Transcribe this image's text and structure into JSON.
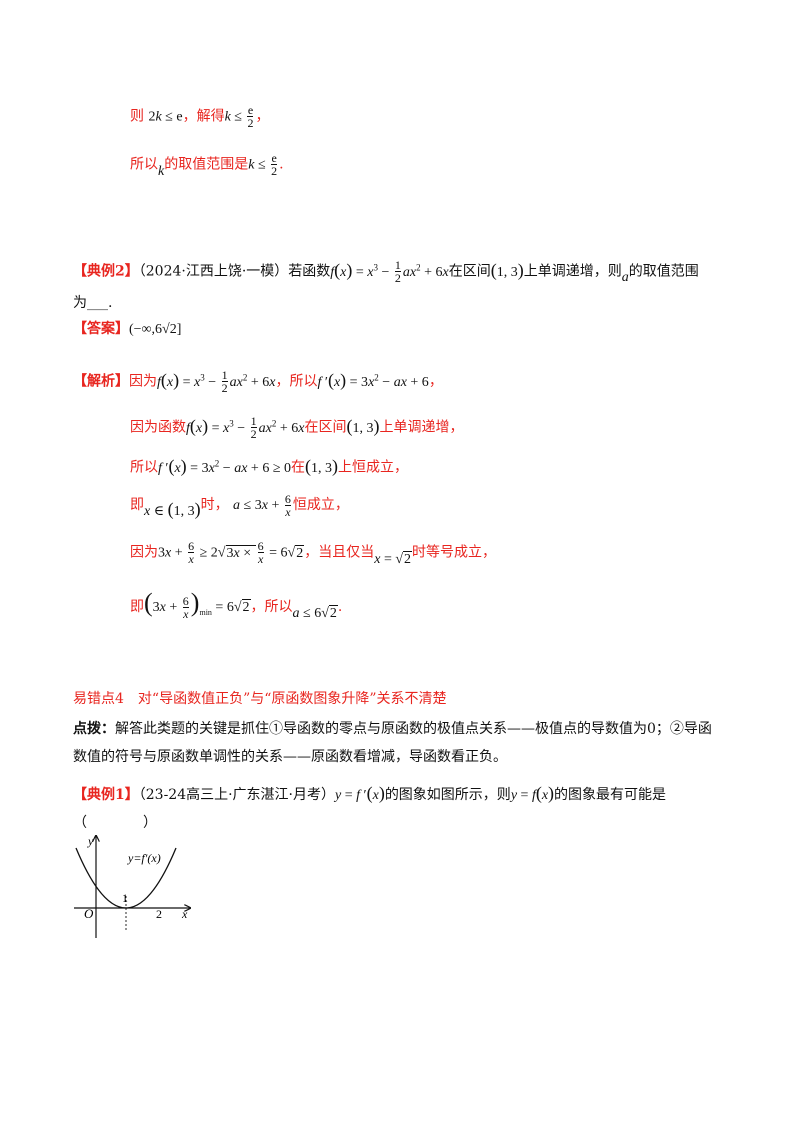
{
  "top": {
    "line1_prefix": "则",
    "line1_mid": "，解得",
    "line1_end": "，",
    "line2_prefix": "所以",
    "line2_mid": "的取值范围是",
    "line2_end": "."
  },
  "example2": {
    "tag": "【典例2】",
    "source": "（2024·江西上饶·一模）若函数",
    "q_mid1": "在区间",
    "q_mid2": "上单调递增，则",
    "q_end": "的取值范围",
    "q_line2": "为___.",
    "answer_tag": "【答案】",
    "answer": "(−∞,6√2]",
    "analysis_tag": "【解析】",
    "s1_a": "因为",
    "s1_b": "，所以",
    "s1_c": "，",
    "s2_a": "因为函数",
    "s2_b": "在区间",
    "s2_c": "上单调递增，",
    "s3_a": "所以",
    "s3_b": "在",
    "s3_c": "上恒成立，",
    "s4_a": "即",
    "s4_b": "时，",
    "s4_c": "恒成立，",
    "s5_a": "因为",
    "s5_b": "，当且仅当",
    "s5_c": "时等号成立，",
    "s6_a": "即",
    "s6_b": "，所以",
    "s6_c": "."
  },
  "pitfall": {
    "title": "易错点4　对“导函数值正负”与“原函数图象升降”关系不清楚",
    "hint_tag": "点拨：",
    "hint_line1": "解答此类题的关键是抓住①导函数的零点与原函数的极值点关系——极值点的导数值为0；②导函",
    "hint_line2": "数值的符号与原函数单调性的关系——原函数看增减，导函数看正负。"
  },
  "example1": {
    "tag": "【典例1】",
    "source": "（23-24高三上·广东湛江·月考）",
    "q_mid": "的图象如图所示，则",
    "q_end": "的图象最有可能是",
    "blank": "（　　　　）"
  },
  "graph": {
    "y_axis_label": "y",
    "x_axis_label": "x",
    "origin_label": "O",
    "tick1_label": "1",
    "tick2_label": "2",
    "curve_label": "y=f′(x)"
  }
}
